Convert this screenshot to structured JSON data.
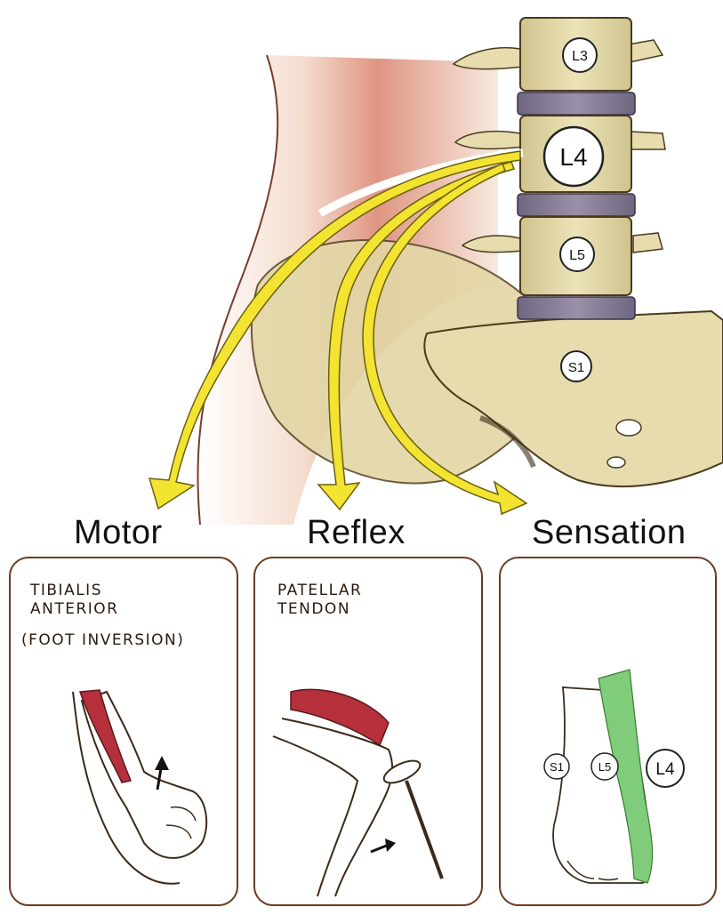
{
  "vertebrae": {
    "l3": "L3",
    "l4": "L4",
    "l5": "L5",
    "s1": "S1"
  },
  "columns": {
    "motor": {
      "heading": "Motor",
      "line1": "TIBIALIS",
      "line2": "ANTERIOR",
      "line3": "(FOOT INVERSION)"
    },
    "reflex": {
      "heading": "Reflex",
      "line1": "PATELLAR",
      "line2": "TENDON"
    },
    "sensation": {
      "heading": "Sensation",
      "dermatome_s1": "S1",
      "dermatome_l5": "L5",
      "dermatome_l4": "L4"
    }
  },
  "colors": {
    "bone": "#e6dcae",
    "disc": "#8a8096",
    "arrow_yellow": "#f2e430",
    "muscle_red": "#b5303a",
    "dermatome_green": "#7fcc7a",
    "panel_border": "#6a3d1f"
  }
}
